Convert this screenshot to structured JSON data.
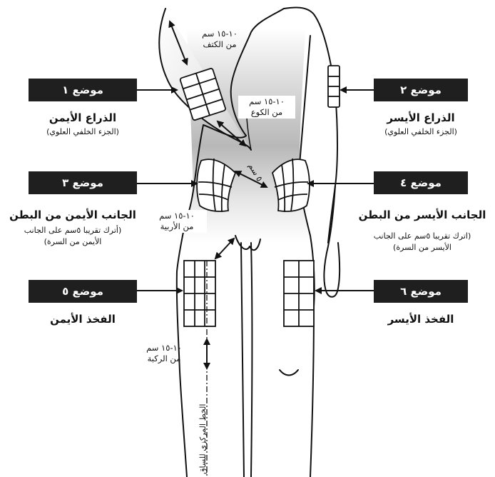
{
  "sites": [
    {
      "label": "موضع ١",
      "title": "الذراع الأيمن",
      "subtitle": [
        "(الجزء الخلفي العلوي)"
      ]
    },
    {
      "label": "موضع ٢",
      "title": "الذراع الأيسر",
      "subtitle": [
        "(الجزء الخلفي العلوي)"
      ]
    },
    {
      "label": "موضع ٣",
      "title": "الجانب الأيمن من البطن",
      "subtitle": [
        "(أترك تقريبا ٥سم على الجانب",
        "الأيمن من السرة)"
      ]
    },
    {
      "label": "موضع ٤",
      "title": "الجانب الأيسر من البطن",
      "subtitle": [
        "(اترك تقريبا ٥سم على الجانب",
        "الأيسر من السرة)"
      ]
    },
    {
      "label": "موضع ٥",
      "title": "الفخذ الأيمن",
      "subtitle": []
    },
    {
      "label": "موضع ٦",
      "title": "الفخذ الأيسر",
      "subtitle": []
    }
  ],
  "distances": {
    "shoulder": [
      "١٠-١٥ سم",
      "من الكتف"
    ],
    "elbow": [
      "١٠-١٥ سم",
      "من الكوع"
    ],
    "navel": "٥ سم",
    "groin": [
      "١٠-١٥ سم",
      "من الأربية"
    ],
    "knee": [
      "١٠-١٥ سم",
      "من الركبة"
    ]
  },
  "leg_centerline_label": "الخط المركزي للساق",
  "colors": {
    "box_bg": "#1f1f1f",
    "box_text": "#ffffff",
    "outline": "#111111",
    "shade": "#b8b8b8"
  }
}
